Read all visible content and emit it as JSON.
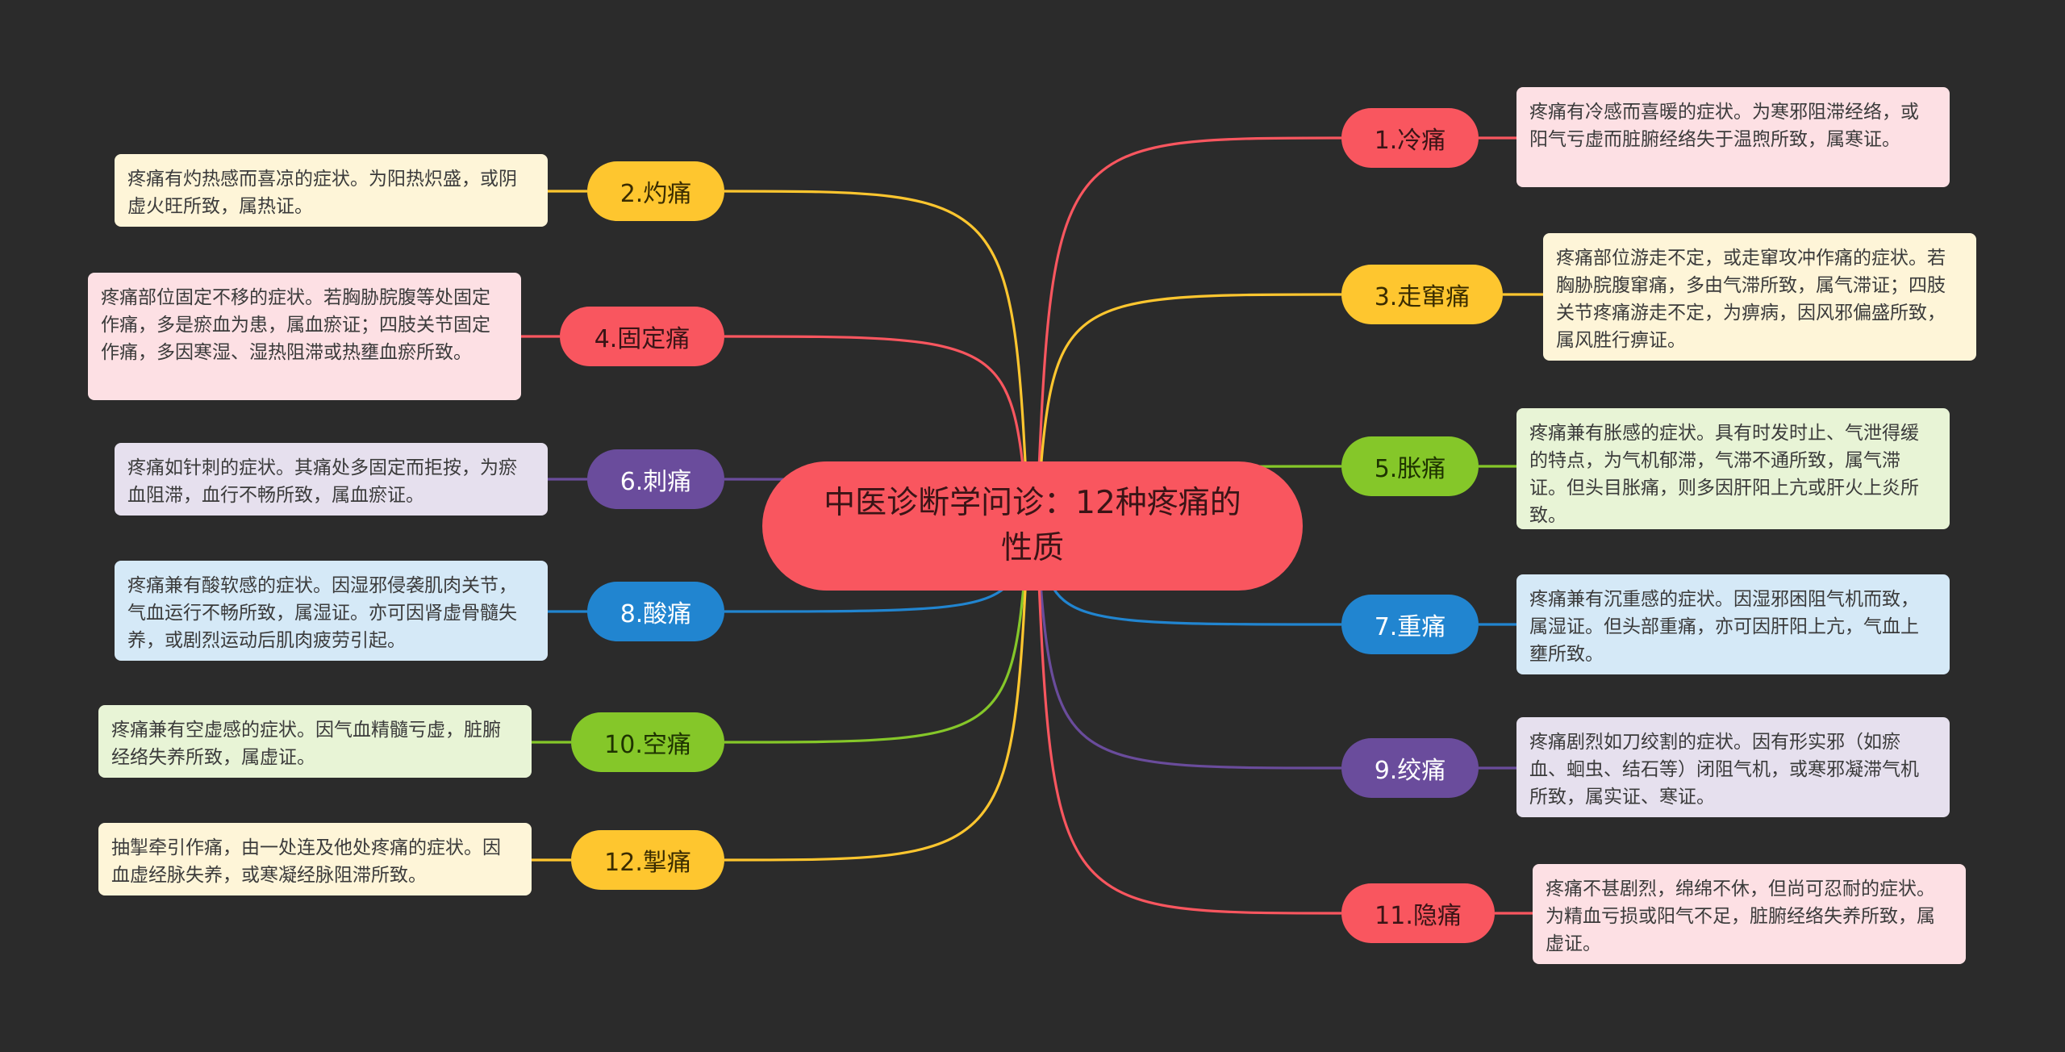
{
  "center": {
    "title": "中医诊断学问诊：12种疼痛的性质"
  },
  "colors": {
    "red": "#f9565f",
    "yellow": "#fec62f",
    "green": "#85c729",
    "purple": "#6a4c9c",
    "blue": "#2185d0",
    "background": "#2b2b2b"
  },
  "topics": [
    {
      "label": "1.冷痛",
      "color": "#f9565f",
      "desc_bg": "#fde0e4",
      "text": "疼痛有冷感而喜暖的症状。为寒邪阻滞经络，或阳气亏虚而脏腑经络失于温煦所致，属寒证。"
    },
    {
      "label": "2.灼痛",
      "color": "#fec62f",
      "desc_bg": "#fef5d8",
      "text": "疼痛有灼热感而喜凉的症状。为阳热炽盛，或阴虚火旺所致，属热证。"
    },
    {
      "label": "3.走窜痛",
      "color": "#fec62f",
      "desc_bg": "#fef5d8",
      "text": "疼痛部位游走不定，或走窜攻冲作痛的症状。若胸胁脘腹窜痛，多由气滞所致，属气滞证；四肢关节疼痛游走不定，为痹病，因风邪偏盛所致，属风胜行痹证。"
    },
    {
      "label": "4.固定痛",
      "color": "#f9565f",
      "desc_bg": "#fde0e4",
      "text": "疼痛部位固定不移的症状。若胸胁脘腹等处固定作痛，多是瘀血为患，属血瘀证；四肢关节固定作痛，多因寒湿、湿热阻滞或热壅血瘀所致。"
    },
    {
      "label": "5.胀痛",
      "color": "#85c729",
      "desc_bg": "#e8f4d6",
      "text": "疼痛兼有胀感的症状。具有时发时止、气泄得缓的特点，为气机郁滞，气滞不通所致，属气滞证。但头目胀痛，则多因肝阳上亢或肝火上炎所致。"
    },
    {
      "label": "6.刺痛",
      "color": "#6a4c9c",
      "desc_bg": "#e6e0ee",
      "text": "疼痛如针刺的症状。其痛处多固定而拒按，为瘀血阻滞，血行不畅所致，属血瘀证。"
    },
    {
      "label": "7.重痛",
      "color": "#2185d0",
      "desc_bg": "#d5e9f7",
      "text": "疼痛兼有沉重感的症状。因湿邪困阻气机而致，属湿证。但头部重痛，亦可因肝阳上亢，气血上壅所致。"
    },
    {
      "label": "8.酸痛",
      "color": "#2185d0",
      "desc_bg": "#d5e9f7",
      "text": "疼痛兼有酸软感的症状。因湿邪侵袭肌肉关节，气血运行不畅所致，属湿证。亦可因肾虚骨髓失养，或剧烈运动后肌肉疲劳引起。"
    },
    {
      "label": "9.绞痛",
      "color": "#6a4c9c",
      "desc_bg": "#e6e0ee",
      "text": "疼痛剧烈如刀绞割的症状。因有形实邪（如瘀血、蛔虫、结石等）闭阻气机，或寒邪凝滞气机所致，属实证、寒证。"
    },
    {
      "label": "10.空痛",
      "color": "#85c729",
      "desc_bg": "#e8f4d6",
      "text": "疼痛兼有空虚感的症状。因气血精髓亏虚，脏腑经络失养所致，属虚证。"
    },
    {
      "label": "11.隐痛",
      "color": "#f9565f",
      "desc_bg": "#fde0e4",
      "text": "疼痛不甚剧烈，绵绵不休，但尚可忍耐的症状。为精血亏损或阳气不足，脏腑经络失养所致，属虚证。"
    },
    {
      "label": "12.掣痛",
      "color": "#fec62f",
      "desc_bg": "#fef5d8",
      "text": "抽掣牵引作痛，由一处连及他处疼痛的症状。因血虚经脉失养，或寒凝经脉阻滞所致。"
    }
  ]
}
